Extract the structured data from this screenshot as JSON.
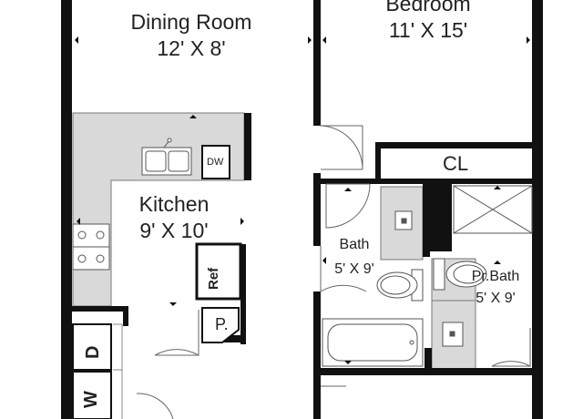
{
  "rooms": {
    "dining": {
      "name": "Dining Room",
      "size": "12' X 8'"
    },
    "bedroom": {
      "name": "Bedroom",
      "size": "11' X 15'"
    },
    "kitchen": {
      "name": "Kitchen",
      "size": "9' X 10'"
    },
    "bath": {
      "name": "Bath",
      "size": "5' X 9'"
    },
    "pr_bath": {
      "name": "Pr.Bath",
      "size": "5' X 9'"
    }
  },
  "fixtures": {
    "closet": "CL",
    "dishwasher": "DW",
    "refrigerator": "Ref",
    "pantry": "P.",
    "dryer": "D",
    "washer": "W"
  },
  "colors": {
    "wall": "#111111",
    "counter": "#d9d9d9",
    "line": "#555555"
  }
}
